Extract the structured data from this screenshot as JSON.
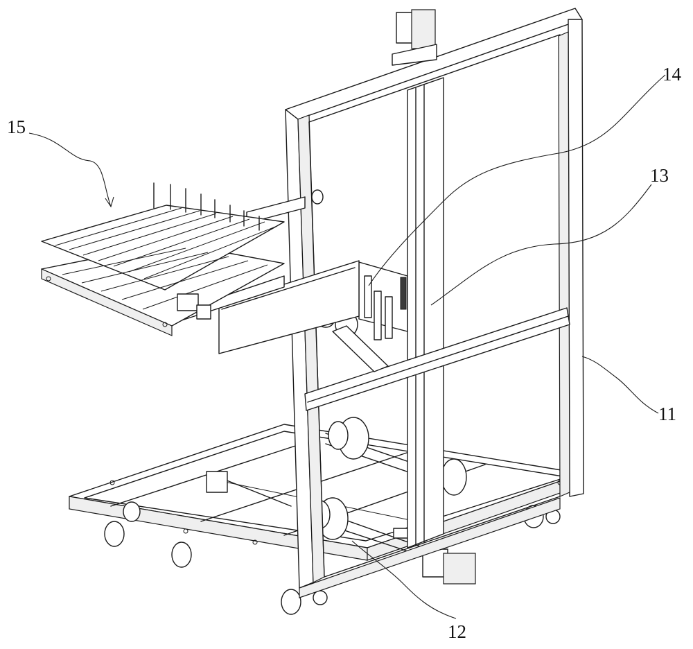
{
  "labels": {
    "l11": "11",
    "l12": "12",
    "l13": "13",
    "l14": "14",
    "l15": "15"
  }
}
